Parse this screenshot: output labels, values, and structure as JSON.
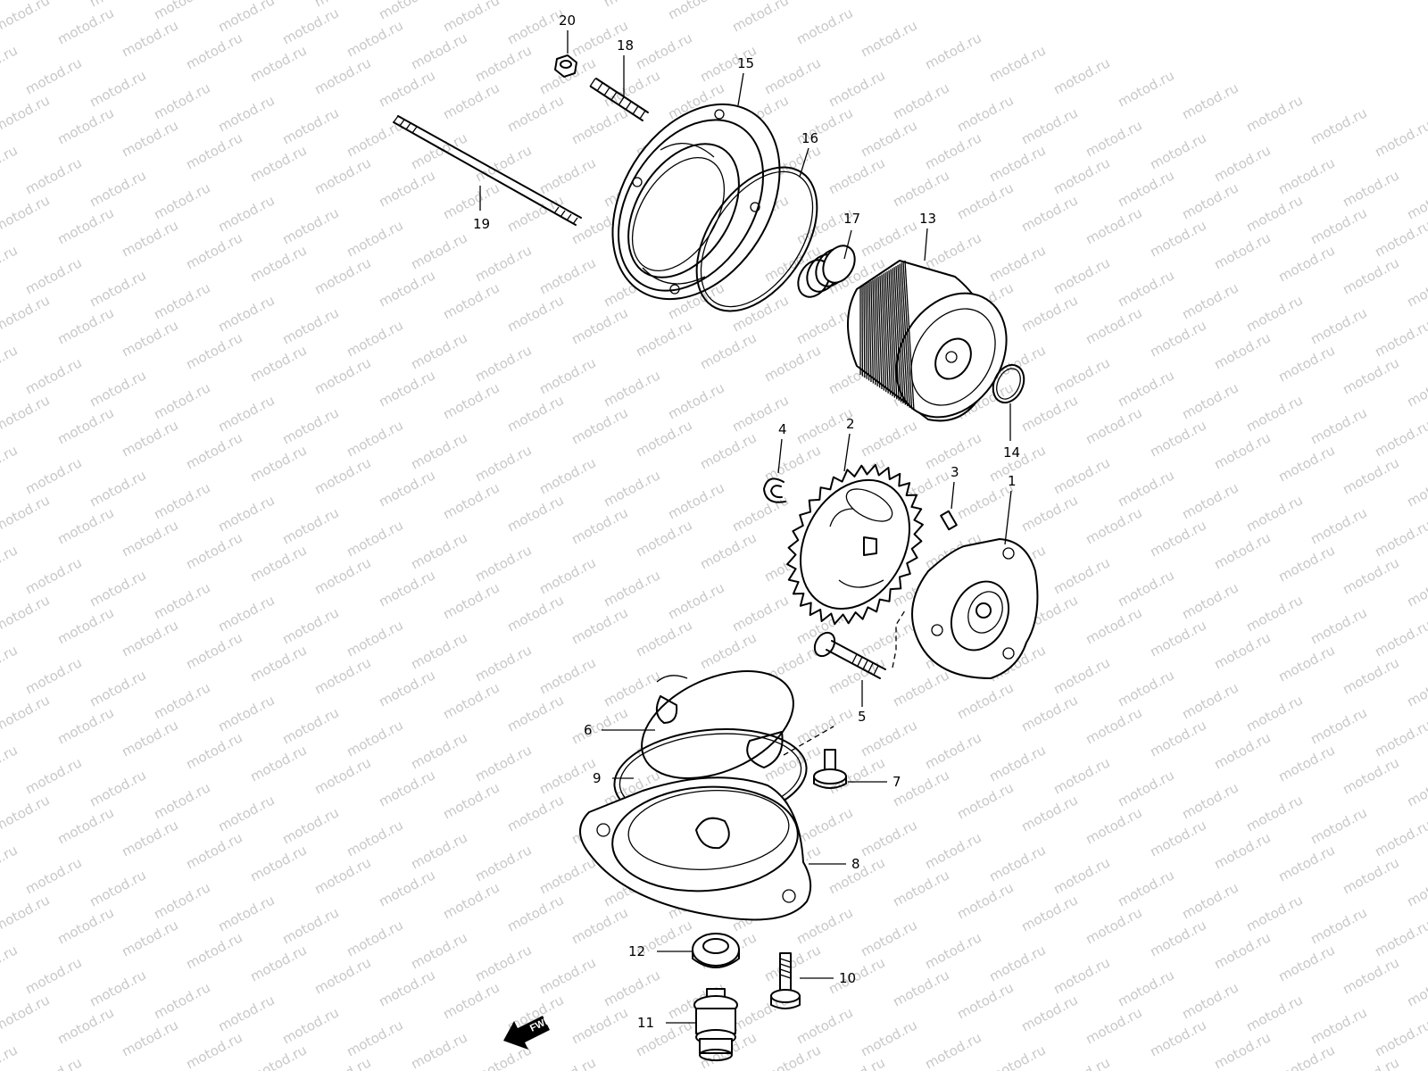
{
  "watermark": {
    "text": "motod.ru",
    "color": "#c8c8c8"
  },
  "fwd_arrow": {
    "text": "FWD"
  },
  "colors": {
    "line": "#000000",
    "background": "#ffffff"
  },
  "callouts": [
    {
      "id": "p1",
      "number": "1"
    },
    {
      "id": "p2",
      "number": "2"
    },
    {
      "id": "p3",
      "number": "3"
    },
    {
      "id": "p4",
      "number": "4"
    },
    {
      "id": "p5",
      "number": "5"
    },
    {
      "id": "p6",
      "number": "6"
    },
    {
      "id": "p7",
      "number": "7"
    },
    {
      "id": "p8",
      "number": "8"
    },
    {
      "id": "p9",
      "number": "9"
    },
    {
      "id": "p10",
      "number": "10"
    },
    {
      "id": "p11",
      "number": "11"
    },
    {
      "id": "p12",
      "number": "12"
    },
    {
      "id": "p13",
      "number": "13"
    },
    {
      "id": "p14",
      "number": "14"
    },
    {
      "id": "p15",
      "number": "15"
    },
    {
      "id": "p16",
      "number": "16"
    },
    {
      "id": "p17",
      "number": "17"
    },
    {
      "id": "p18",
      "number": "18"
    },
    {
      "id": "p19",
      "number": "19"
    },
    {
      "id": "p20",
      "number": "20"
    }
  ]
}
